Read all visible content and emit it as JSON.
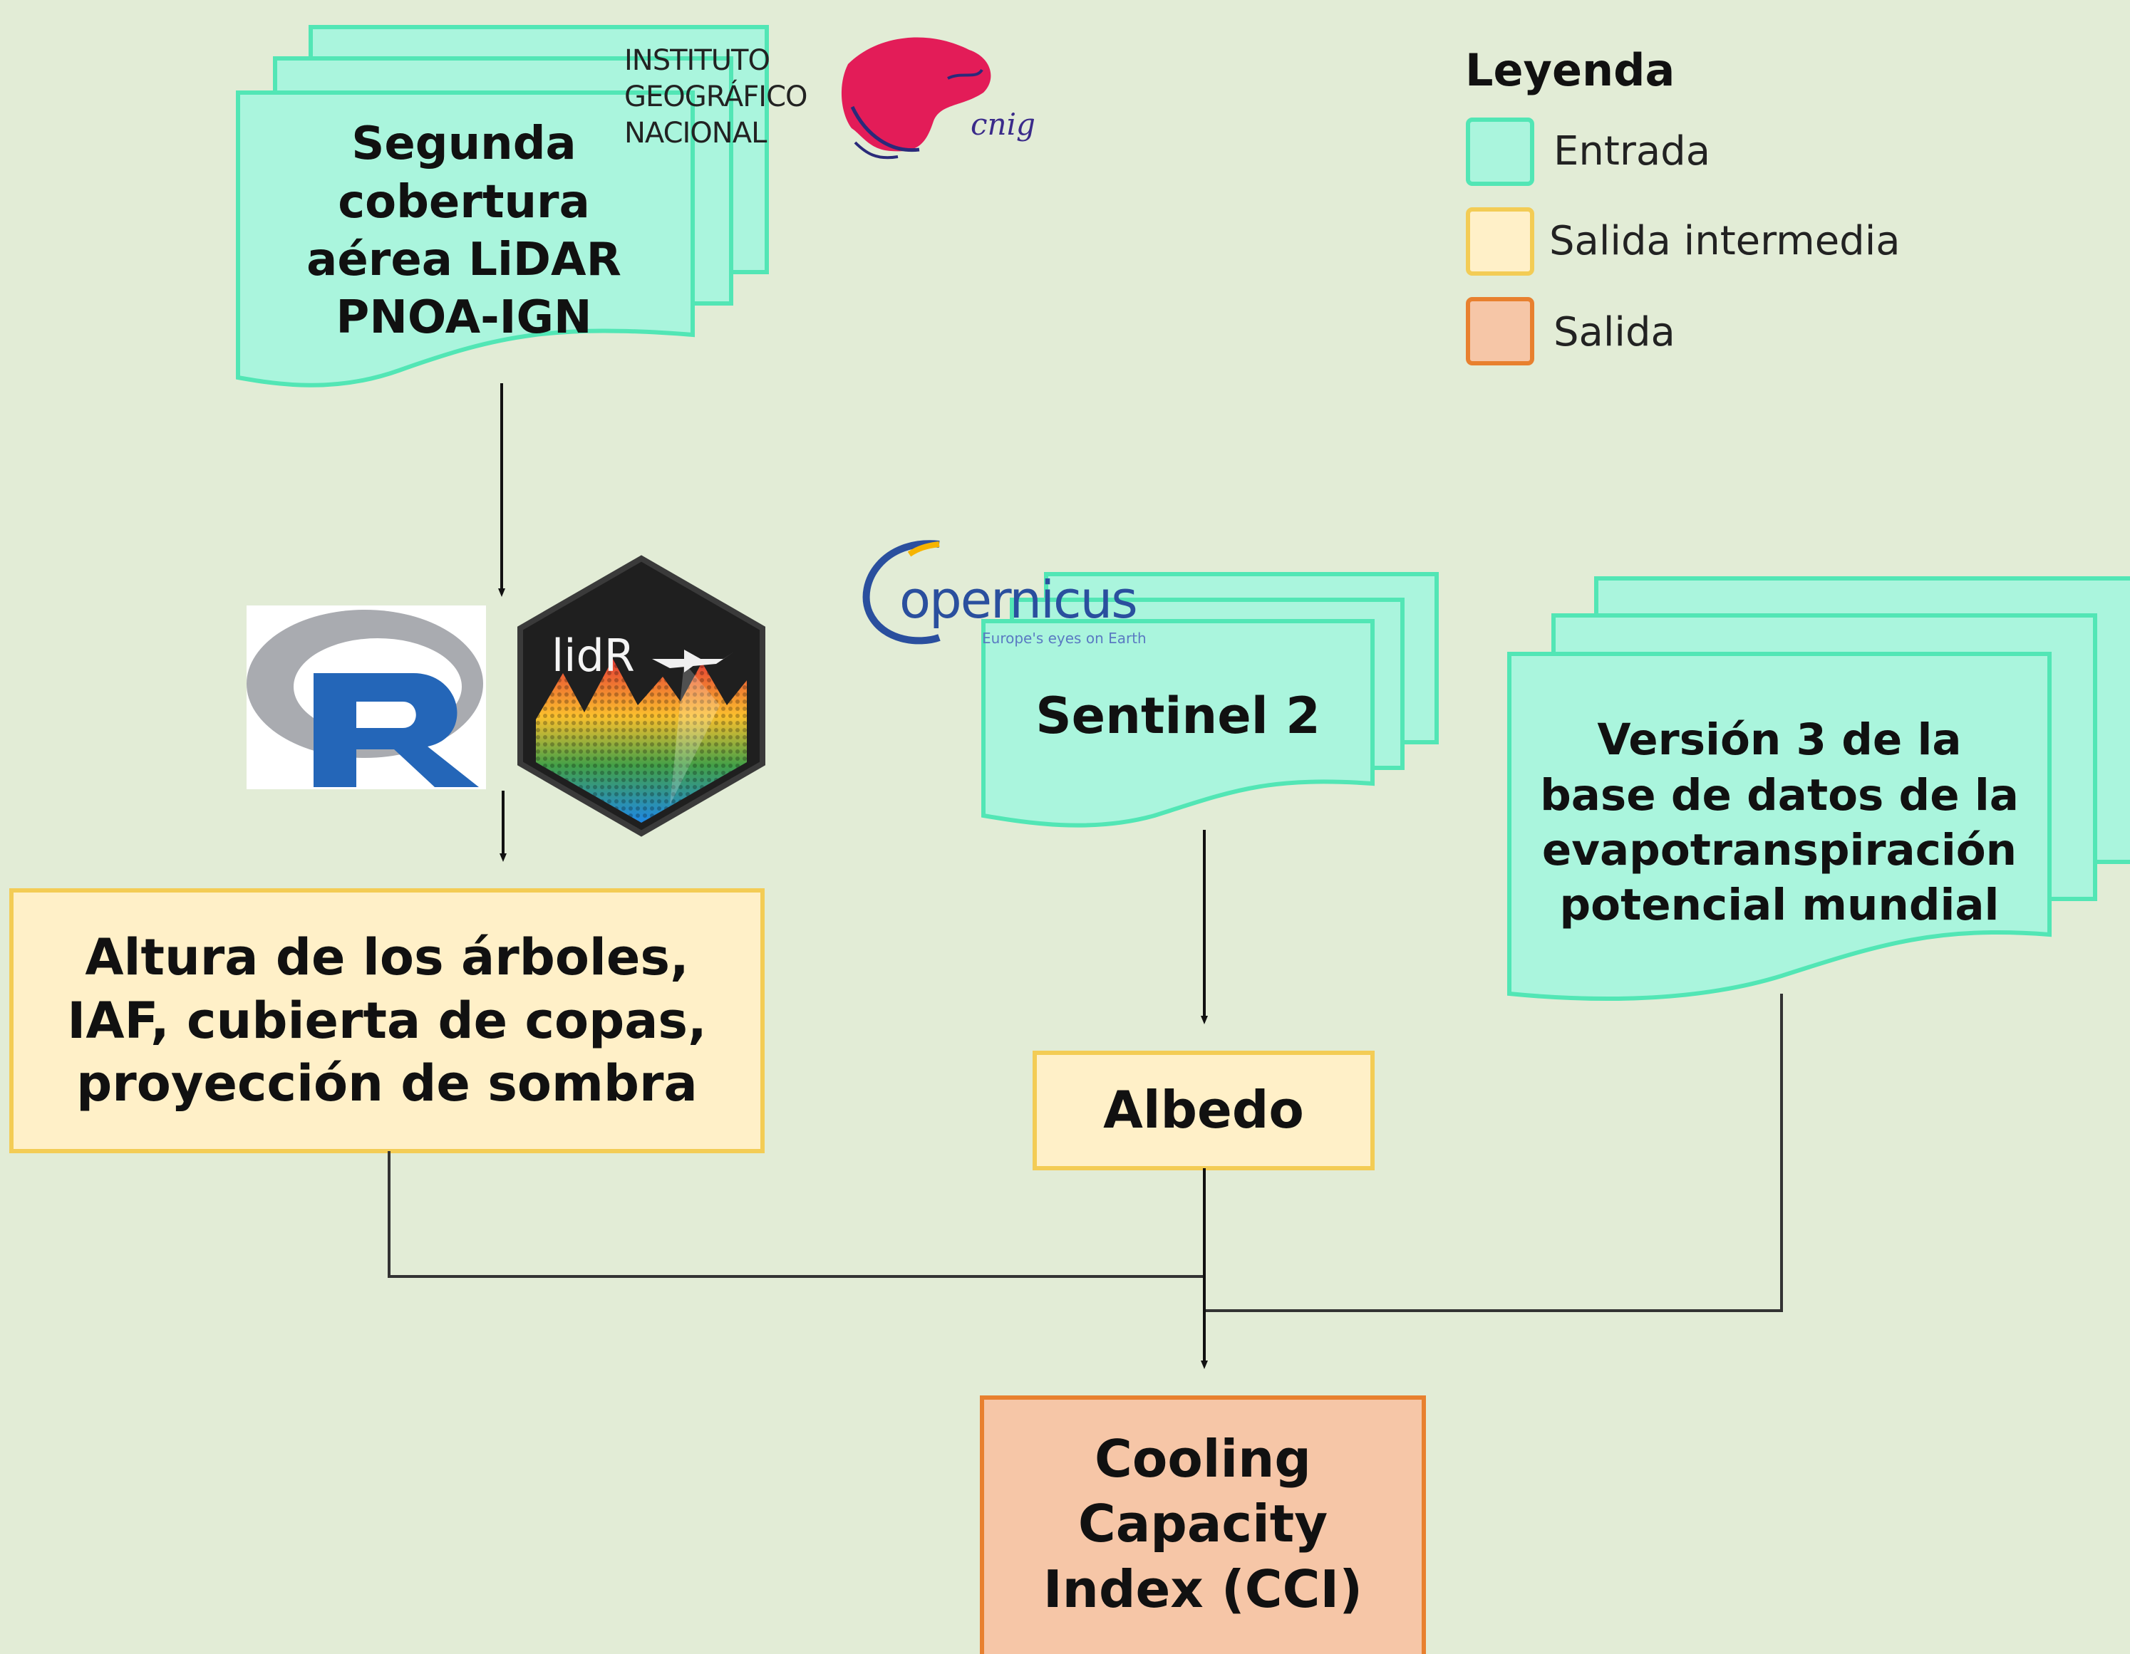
{
  "legend": {
    "title": "Leyenda",
    "items": [
      {
        "label": "Entrada",
        "fill": "#aaf5dd",
        "stroke": "#52e6b5"
      },
      {
        "label": "Salida intermedia",
        "fill": "#fff0c8",
        "stroke": "#f3cc55"
      },
      {
        "label": "Salida",
        "fill": "#f6c6a7",
        "stroke": "#e8802f"
      }
    ]
  },
  "nodes": {
    "lidar": {
      "label": "Segunda\ncobertura\naérea LiDAR\nPNOA-IGN",
      "kind": "Entrada"
    },
    "sentinel": {
      "label": "Sentinel 2",
      "kind": "Entrada"
    },
    "evapo": {
      "label": "Versión 3 de la\nbase de datos de la\nevapotranspiración\npotencial mundial",
      "kind": "Entrada"
    },
    "trees": {
      "label": "Altura de los árboles,\nIAF, cubierta de copas,\nproyección de sombra",
      "kind": "Salida intermedia"
    },
    "albedo": {
      "label": "Albedo",
      "kind": "Salida intermedia"
    },
    "cci": {
      "label": "Cooling\nCapacity\nIndex (CCI)",
      "kind": "Salida"
    }
  },
  "logos": {
    "ign": {
      "line1": "INSTITUTO",
      "line2": "GEOGRÁFICO",
      "line3": "NACIONAL",
      "cnig": "cnig"
    },
    "copernicus": {
      "name": "opernicus",
      "tagline": "Europe's eyes on Earth"
    },
    "r": {
      "letter": "R"
    },
    "lidr": {
      "name": "lidR"
    }
  },
  "colors": {
    "background": "#e2ecd6",
    "arrow": "#111111",
    "connector": "#333333"
  }
}
